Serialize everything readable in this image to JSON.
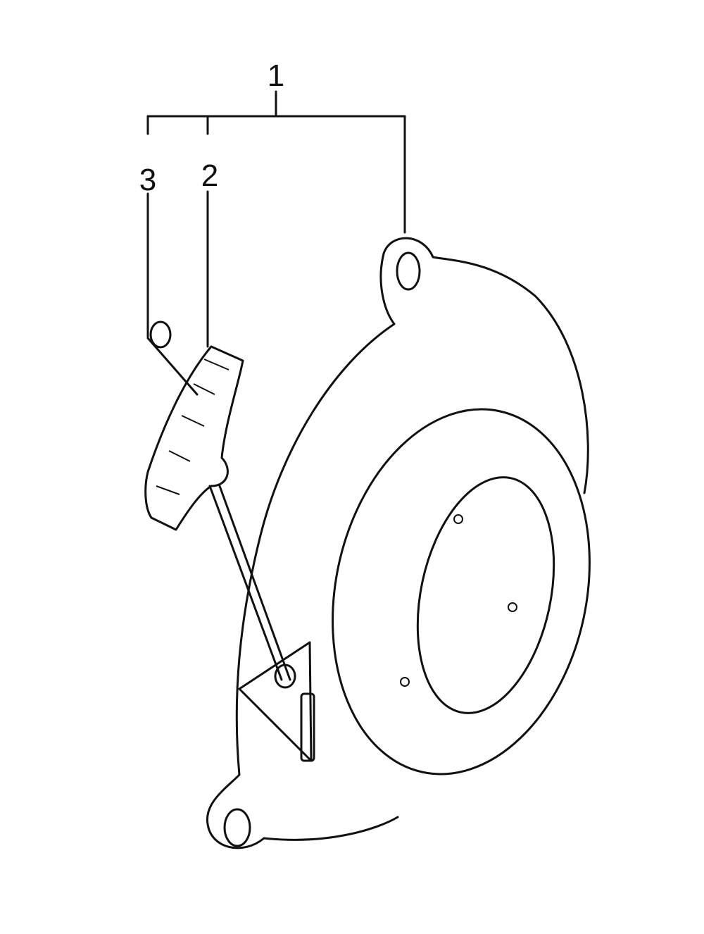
{
  "diagram": {
    "callouts": [
      {
        "label": "1",
        "part": "recoil-starter-assembly"
      },
      {
        "label": "2",
        "part": "starter-grip"
      },
      {
        "label": "3",
        "part": "rope"
      }
    ],
    "line_color": "#111111",
    "background": "#ffffff"
  }
}
